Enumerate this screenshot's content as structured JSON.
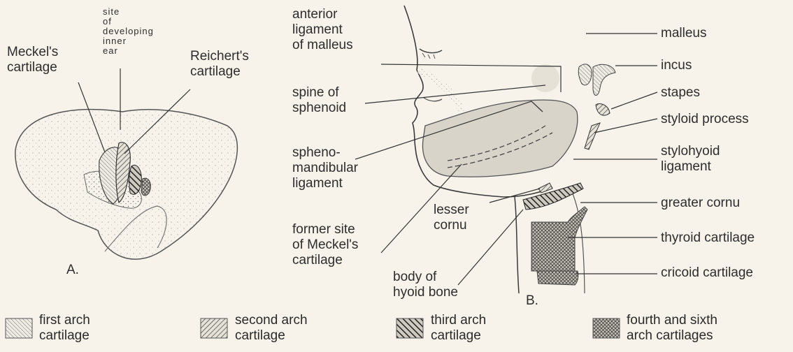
{
  "figure_a": {
    "panel_label": "A.",
    "labels": {
      "meckels": "Meckel's\ncartilage",
      "inner_ear": "site\nof\ndeveloping\ninner\near",
      "reicherts": "Reichert's\ncartilage"
    }
  },
  "figure_b": {
    "panel_label": "B.",
    "left_labels": {
      "anterior_ligament": "anterior\nligament\nof malleus",
      "spine_sphenoid": "spine of\nsphenoid",
      "sphenomandibular": "spheno-\nmandibular\nligament",
      "former_meckel": "former site\nof Meckel's\ncartilage",
      "lesser_cornu": "lesser\ncornu",
      "body_hyoid": "body of\nhyoid bone"
    },
    "right_labels": {
      "malleus": "malleus",
      "incus": "incus",
      "stapes": "stapes",
      "styloid": "styloid process",
      "stylohyoid": "stylohyoid\nligament",
      "greater_cornu": "greater cornu",
      "thyroid": "thyroid cartilage",
      "cricoid": "cricoid cartilage"
    }
  },
  "legend": [
    {
      "label": "first arch\ncartilage",
      "pattern": "first-arch-pattern"
    },
    {
      "label": "second arch\ncartilage",
      "pattern": "second-arch-pattern"
    },
    {
      "label": "third arch\ncartilage",
      "pattern": "third-arch-pattern"
    },
    {
      "label": "fourth and sixth\narch cartilages",
      "pattern": "fourth-sixth-arch-pattern"
    }
  ],
  "colors": {
    "ink": "#2d2d2d",
    "paper": "#f7f3ea",
    "cartilage_fill": "#d8d3c8"
  }
}
